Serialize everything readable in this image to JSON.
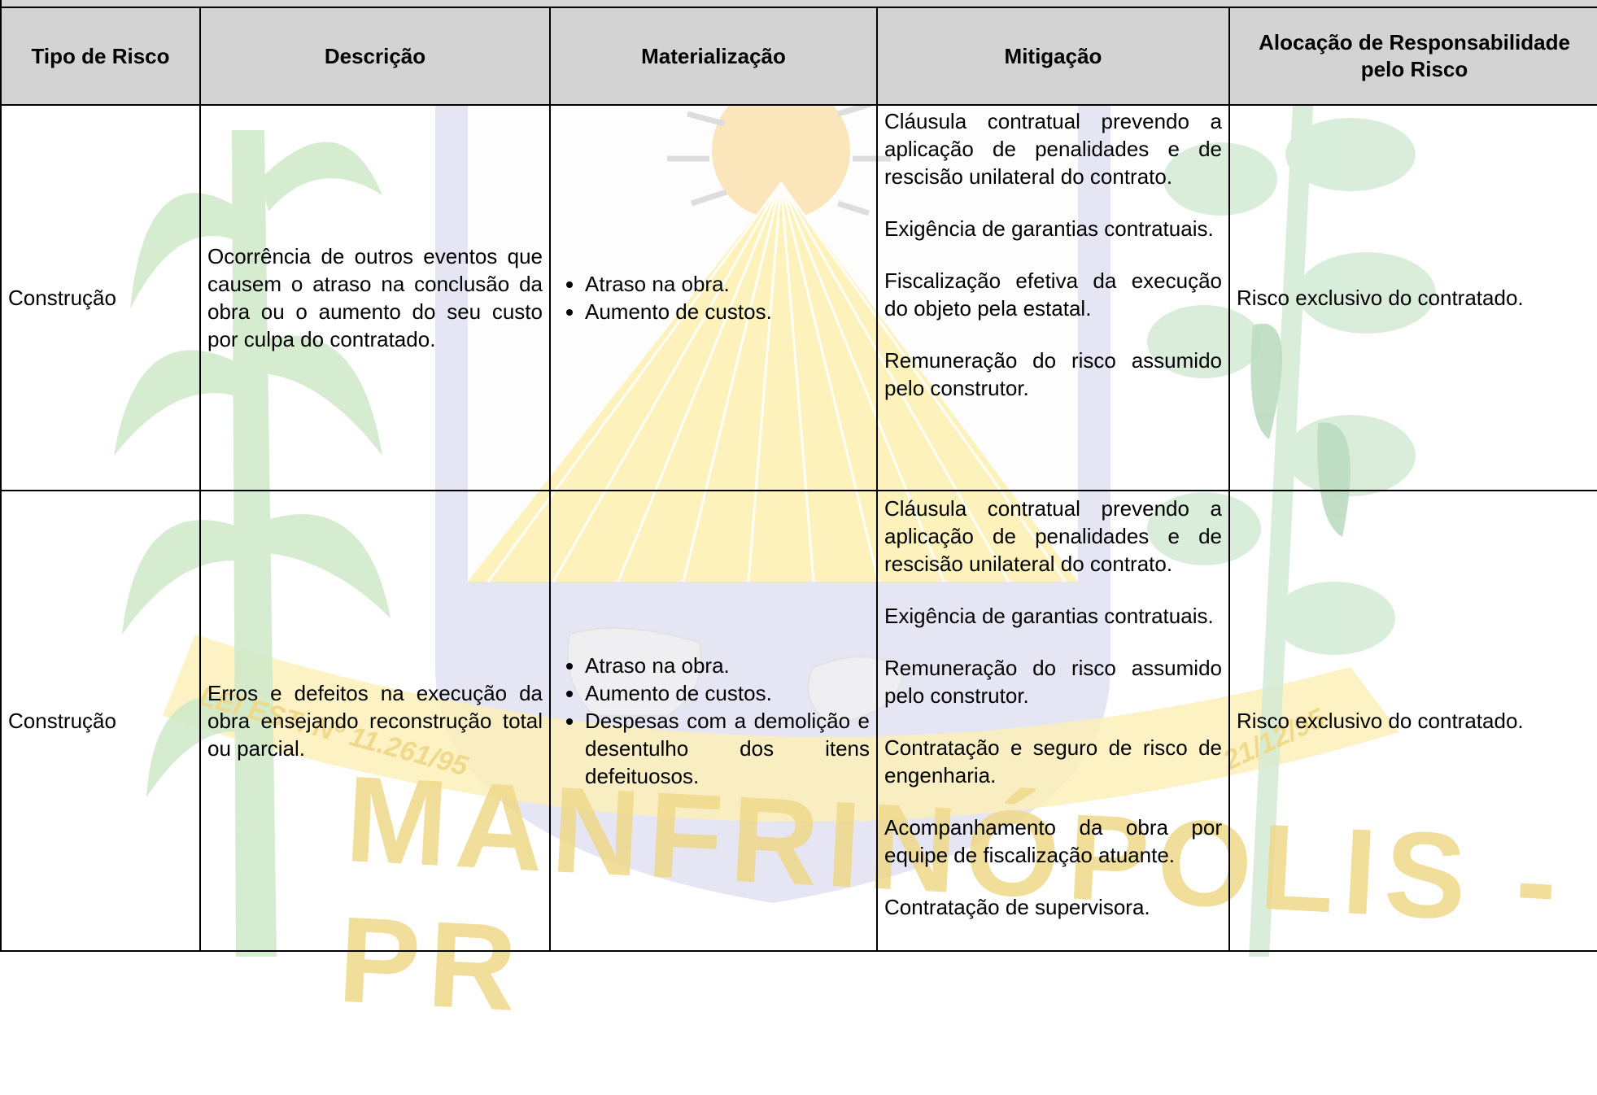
{
  "headers": {
    "tipo": "Tipo de Risco",
    "descricao": "Descrição",
    "materializacao": "Materialização",
    "mitigacao": "Mitigação",
    "alocacao": "Alocação de Responsabilidade pelo Risco"
  },
  "rows": [
    {
      "tipo": "Construção",
      "descricao": "Ocorrência de outros eventos que causem o atraso na conclusão da obra ou o aumento do seu custo por culpa do contratado.",
      "materializacao": [
        "Atraso na obra.",
        "Aumento de custos."
      ],
      "mitigacao": [
        "Cláusula contratual prevendo a aplicação de penalidades e de rescisão unilateral do contrato.",
        "Exigência de garantias contratuais.",
        "Fiscalização efetiva da execução do objeto pela estatal.",
        "Remuneração do risco assumido pelo construtor."
      ],
      "alocacao": "Risco exclusivo do contratado."
    },
    {
      "tipo": "Construção",
      "descricao": "Erros e defeitos na execução da obra ensejando reconstrução total ou parcial.",
      "materializacao": [
        "Atraso na obra.",
        "Aumento de custos.",
        "Despesas com a demolição e desentulho dos itens defeituosos."
      ],
      "mitigacao": [
        "Cláusula contratual prevendo a aplicação de penalidades e de rescisão unilateral do contrato.",
        "Exigência de garantias contratuais.",
        "Remuneração do risco assumido pelo construtor.",
        "Contratação e seguro de risco de engenharia.",
        "Acompanhamento da obra por equipe de fiscalização atuante.",
        "Contratação de supervisora."
      ],
      "alocacao": "Risco exclusivo do contratado."
    }
  ],
  "watermark": {
    "city": "MANFRINÓPOLIS - PR",
    "law": "LEI EST. Nº 11.261/95",
    "date": "21/12/95"
  }
}
